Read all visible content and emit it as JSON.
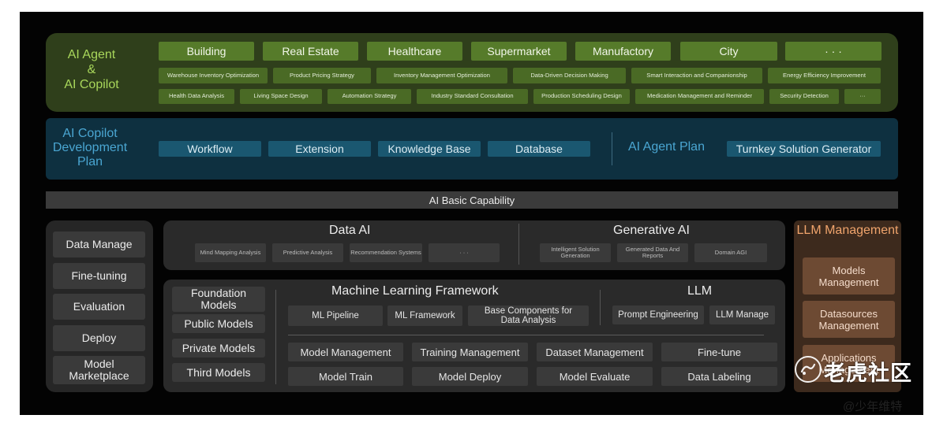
{
  "agent_copilot": {
    "title_line1": "AI Agent",
    "title_line2": "&",
    "title_line3": "AI Copilot",
    "industries": [
      "Building",
      "Real Estate",
      "Healthcare",
      "Supermarket",
      "Manufactory",
      "City",
      "· · ·"
    ],
    "row2": [
      "Warehouse Inventory Optimization",
      "Product Pricing Strategy",
      "Inventory Management Optimization",
      "Data-Driven Decision Making",
      "Smart Interaction and Companionship",
      "Energy Efficiency Improvement"
    ],
    "row3": [
      "Health Data Analysis",
      "Living Space Design",
      "Automation Strategy",
      "Industry Standard Consultation",
      "Production Scheduling Design",
      "Medication Management and Reminder",
      "Security Detection",
      "···"
    ]
  },
  "dev_plan": {
    "title": "AI Copilot Development Plan",
    "items": [
      "Workflow",
      "Extension",
      "Knowledge Base",
      "Database"
    ],
    "agent_plan_label": "AI Agent Plan",
    "agent_plan_item": "Turnkey Solution Generator"
  },
  "basic_capability": {
    "label": "AI Basic Capability"
  },
  "left_panel": {
    "items": [
      "Data Manage",
      "Fine-tuning",
      "Evaluation",
      "Deploy",
      "Model Marketplace"
    ]
  },
  "data_ai": {
    "title": "Data AI",
    "items": [
      "Mind Mapping Analysis",
      "Predictive Analysis",
      "Recommendation Systems",
      "· · ·"
    ]
  },
  "generative_ai": {
    "title": "Generative AI",
    "items": [
      "Intelligent Solution Generation",
      "Generated Data And Reports",
      "Domain AGI"
    ]
  },
  "foundation": {
    "items": [
      "Foundation Models",
      "Public Models",
      "Private Models",
      "Third Models"
    ]
  },
  "ml_framework": {
    "title": "Machine Learning Framework",
    "items": [
      "ML Pipeline",
      "ML Framework",
      "Base Components for Data Analysis"
    ]
  },
  "llm": {
    "title": "LLM",
    "items": [
      "Prompt Engineering",
      "LLM Manage"
    ]
  },
  "mgmt_row1": [
    "Model Management",
    "Training Management",
    "Dataset Management",
    "Fine-tune"
  ],
  "mgmt_row2": [
    "Model Train",
    "Model Deploy",
    "Model Evaluate",
    "Data Labeling"
  ],
  "llm_management": {
    "title": "LLM Management",
    "items": [
      "Models Management",
      "Datasources Management",
      "Applications Management"
    ]
  },
  "watermark": {
    "logo_text": "老虎社区",
    "handle": "@少年维特"
  },
  "colors": {
    "green_accent": "#a9d75b",
    "blue_accent": "#4aa6d2",
    "orange_accent": "#f0a46c"
  }
}
